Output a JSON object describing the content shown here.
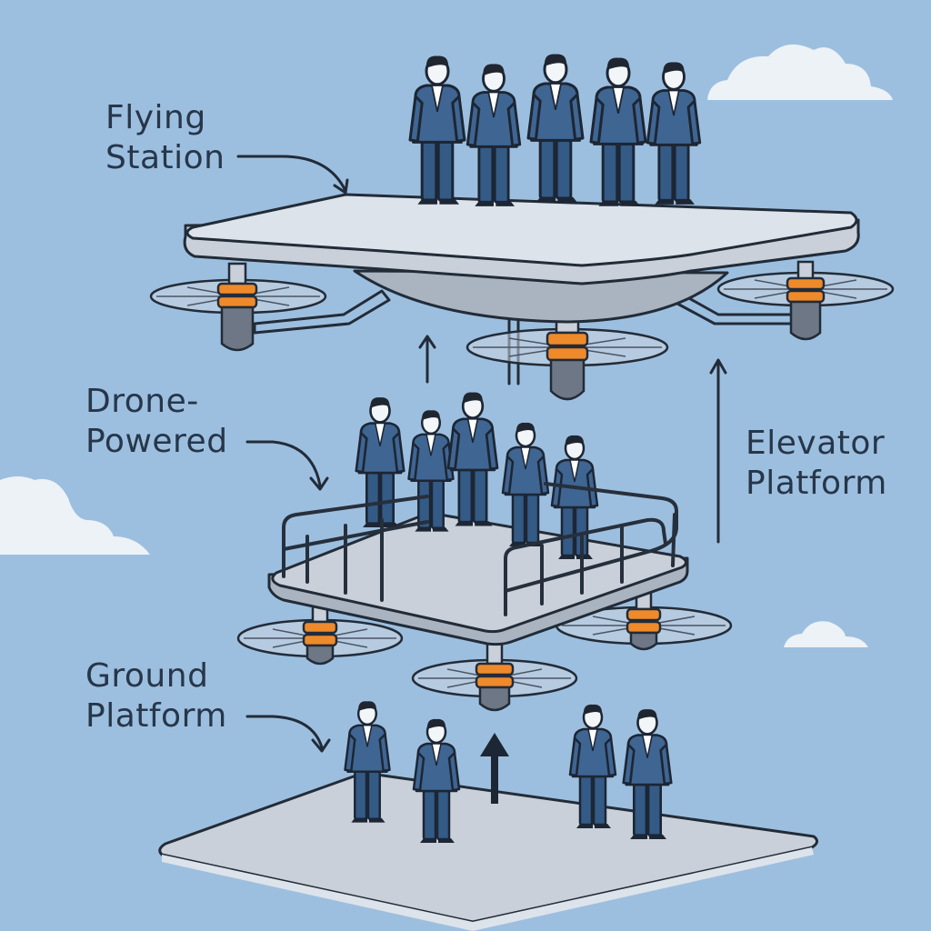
{
  "labels": {
    "flying_station": [
      "Flying",
      "Station"
    ],
    "drone_powered": [
      "Drone-",
      "Powered"
    ],
    "elevator_platform": [
      "Elevator",
      "Platform"
    ],
    "ground_platform": [
      "Ground",
      "Platform"
    ]
  },
  "colors": {
    "sky": "#9dbfdf",
    "cloud": "#edf2f7",
    "platform": "#c9d0d9",
    "platform_dark": "#aab4c0",
    "propeller_ring": "#ef8a2a",
    "suit": "#3f6592",
    "outline": "#222c38"
  },
  "icons": [
    "cloud-icon",
    "propeller-icon",
    "person-icon",
    "arrow-up-icon",
    "pointer-arrow-icon"
  ]
}
